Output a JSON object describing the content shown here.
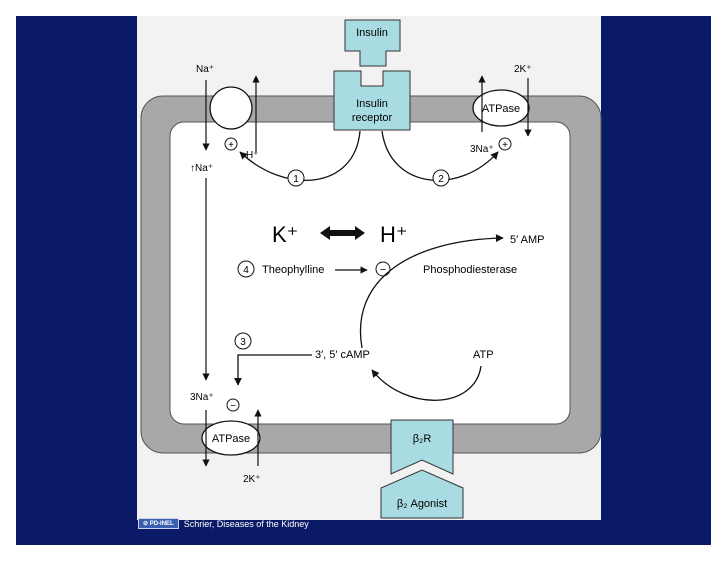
{
  "slide": {
    "colors": {
      "background": "#0b1a66",
      "panel": "#f2f2f2",
      "membrane": "#a8a8a8",
      "box_fill": "#a9dbe2",
      "line": "#111111"
    }
  },
  "diagram": {
    "insulin": "Insulin",
    "insulin_receptor_line1": "Insulin",
    "insulin_receptor_line2": "receptor",
    "na_out_top": "Na⁺",
    "k_out_top": "2K⁺",
    "h_plus_small": "H⁺",
    "na_in_upper": "↑Na⁺",
    "atpase_top": "ATPase",
    "three_na_top": "3Na⁺",
    "step1": "1",
    "step2": "2",
    "step3": "3",
    "step4": "4",
    "k_h_exchange_k": "K⁺",
    "k_h_exchange_h": "H⁺",
    "amp_5": "5′ AMP",
    "theophylline": "Theophylline",
    "phosphodiesterase": "Phosphodiesterase",
    "camp": "3′, 5′ cAMP",
    "atp": "ATP",
    "three_na_bottom": "3Na⁺",
    "atpase_bottom": "ATPase",
    "two_k_bottom": "2K⁺",
    "beta2_receptor": "β₂R",
    "beta2_agonist": "β₂ Agonist",
    "plus_sign": "+",
    "minus_sign": "−"
  },
  "credit": {
    "badge": "⊘ PD-INEL",
    "text": "Schrier, Diseases of the Kidney"
  }
}
